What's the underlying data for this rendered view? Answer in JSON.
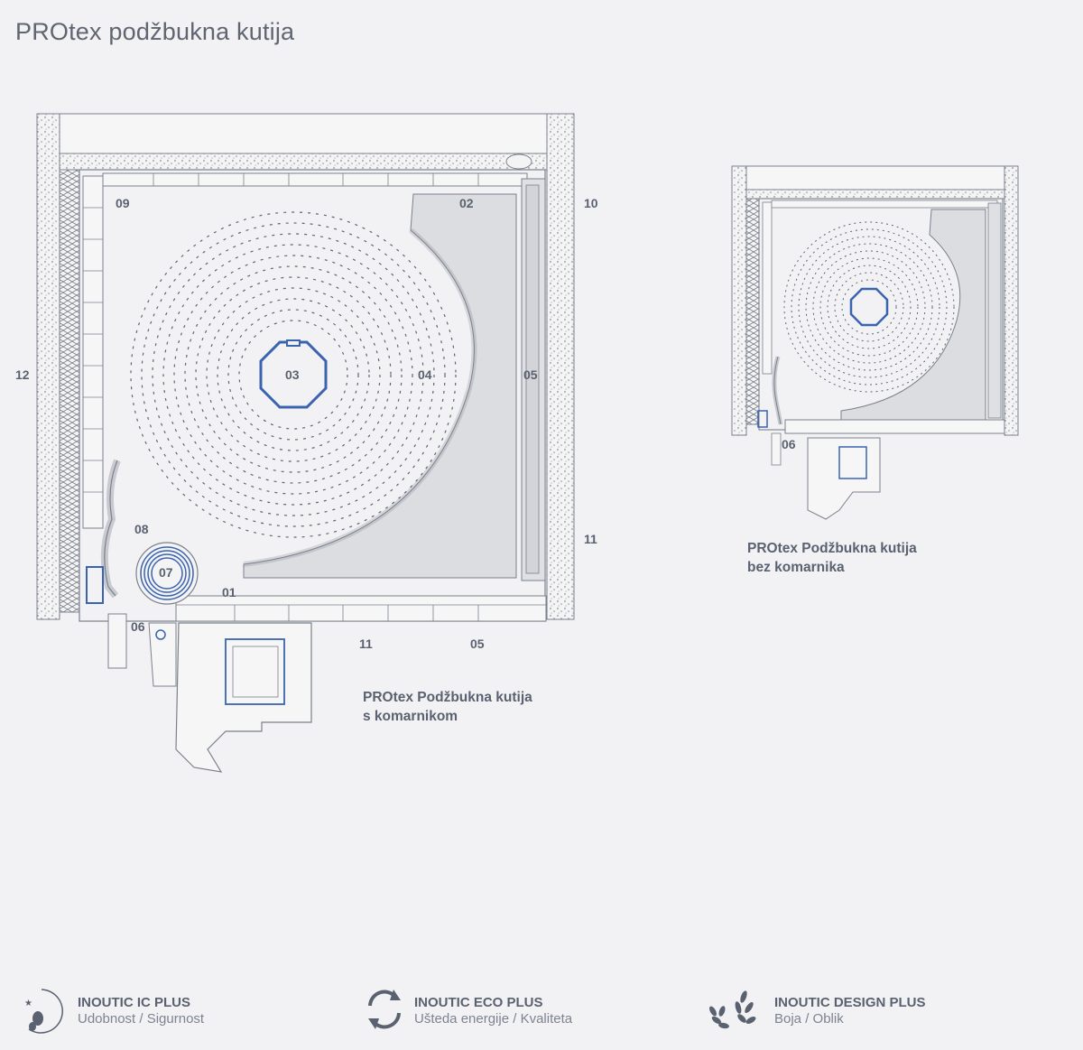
{
  "title": "PROtex podžbukna kutija",
  "diagram_left": {
    "labels": {
      "l01": "01",
      "l02": "02",
      "l03": "03",
      "l04": "04",
      "l05a": "05",
      "l05b": "05",
      "l06": "06",
      "l07": "07",
      "l08": "08",
      "l09": "09",
      "l10": "10",
      "l11a": "11",
      "l11b": "11",
      "l12": "12"
    },
    "caption_line1": "PROtex Podžbukna kutija",
    "caption_line2": "s komarnikom"
  },
  "diagram_right": {
    "labels": {
      "l06": "06"
    },
    "caption_line1": "PROtex Podžbukna kutija",
    "caption_line2": "bez komarnika"
  },
  "colors": {
    "accent_blue": "#3a63b0",
    "line": "#7a808c",
    "fill_gray": "#d8dadd",
    "background": "#f2f2f4"
  },
  "footer": [
    {
      "icon": "moon-star-icon",
      "title": "INOUTIC IC PLUS",
      "subtitle": "Udobnost / Sigurnost"
    },
    {
      "icon": "recycle-arrows-icon",
      "title": "INOUTIC ECO PLUS",
      "subtitle": "Ušteda energije / Kvaliteta"
    },
    {
      "icon": "laurel-wreath-icon",
      "title": "INOUTIC DESIGN PLUS",
      "subtitle": "Boja / Oblik"
    }
  ]
}
